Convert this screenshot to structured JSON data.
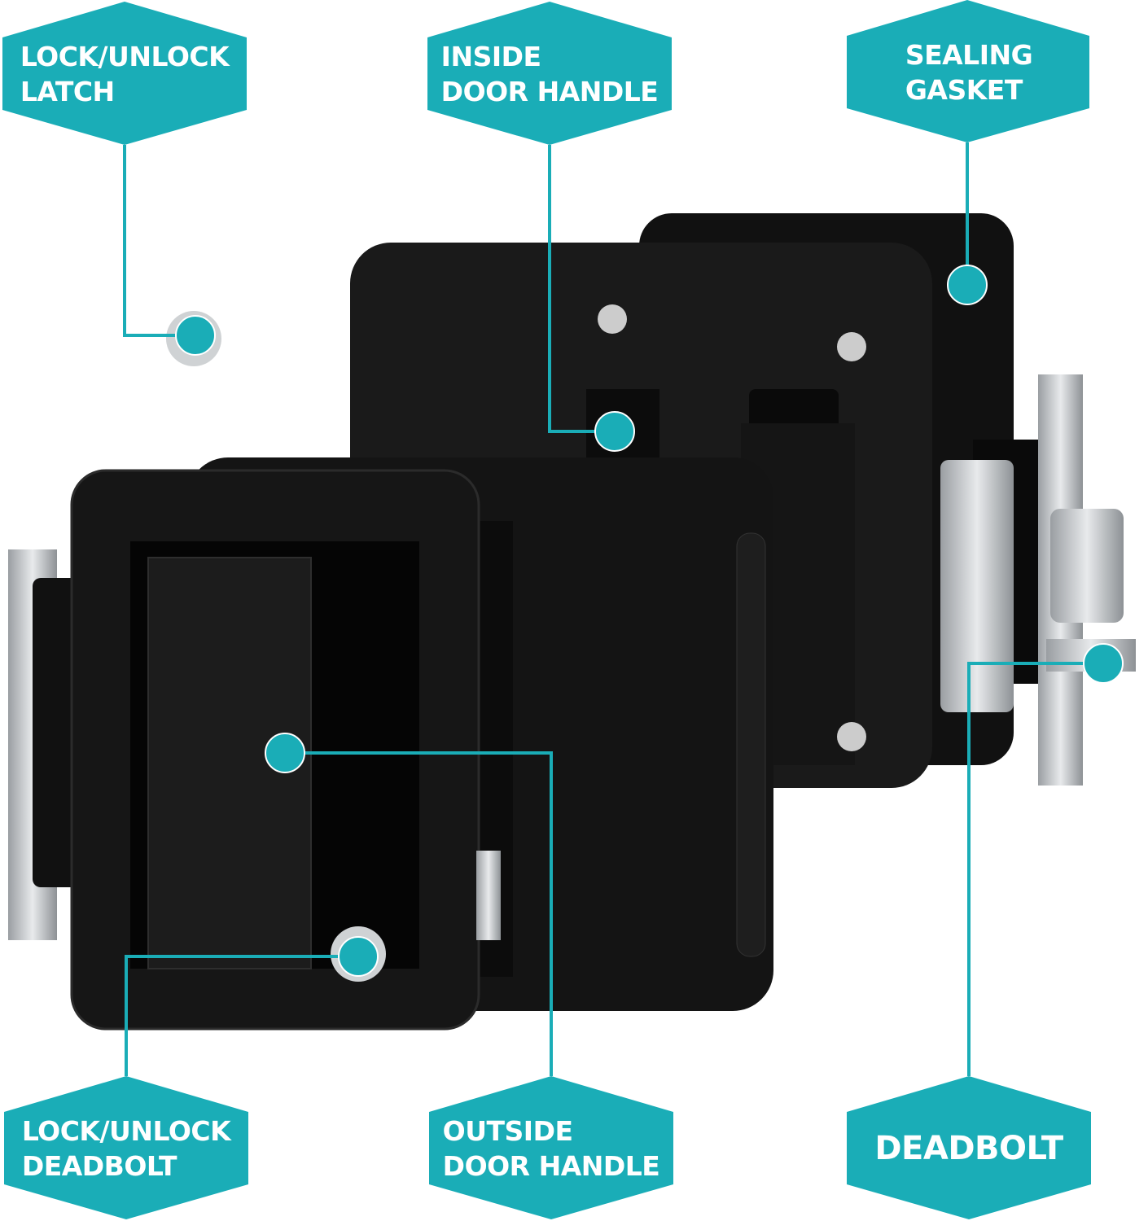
{
  "accent_color": "#1aadb7",
  "labels": {
    "lock_unlock_latch": "LOCK/UNLOCK\nLATCH",
    "inside_door_handle": "INSIDE\nDOOR HANDLE",
    "sealing_gasket": "SEALING\nGASKET",
    "lock_unlock_deadbolt": "LOCK/UNLOCK\nDEADBOLT",
    "outside_door_handle": "OUTSIDE\nDOOR HANDLE",
    "deadbolt": "DEADBOLT"
  }
}
